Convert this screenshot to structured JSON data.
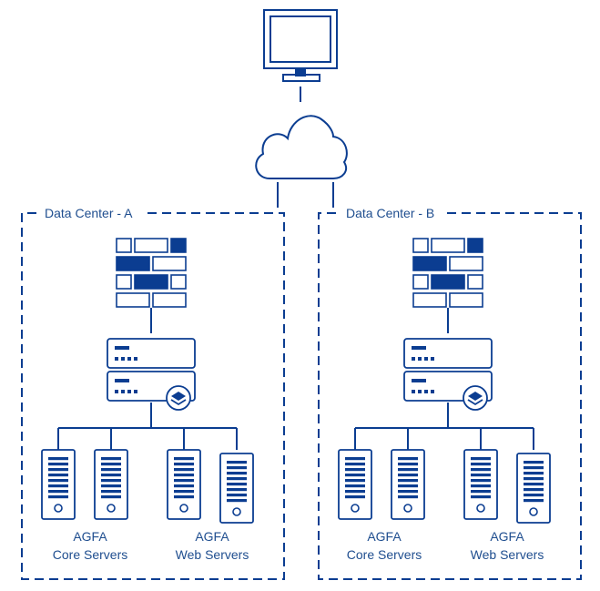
{
  "colors": {
    "primary": "#0b3d91",
    "text": "#1f4e8f",
    "background": "#ffffff"
  },
  "data_centers": [
    {
      "label": "Data Center - A",
      "groups": [
        {
          "line1": "AGFA",
          "line2": "Core Servers"
        },
        {
          "line1": "AGFA",
          "line2": "Web Servers"
        }
      ]
    },
    {
      "label": "Data Center - B",
      "groups": [
        {
          "line1": "AGFA",
          "line2": "Core Servers"
        },
        {
          "line1": "AGFA",
          "line2": "Web Servers"
        }
      ]
    }
  ],
  "icons": {
    "client": "monitor-icon",
    "network": "cloud-icon",
    "security": "firewall-icon",
    "load_balancer": "load-balancer-icon",
    "server": "server-tower-icon"
  }
}
